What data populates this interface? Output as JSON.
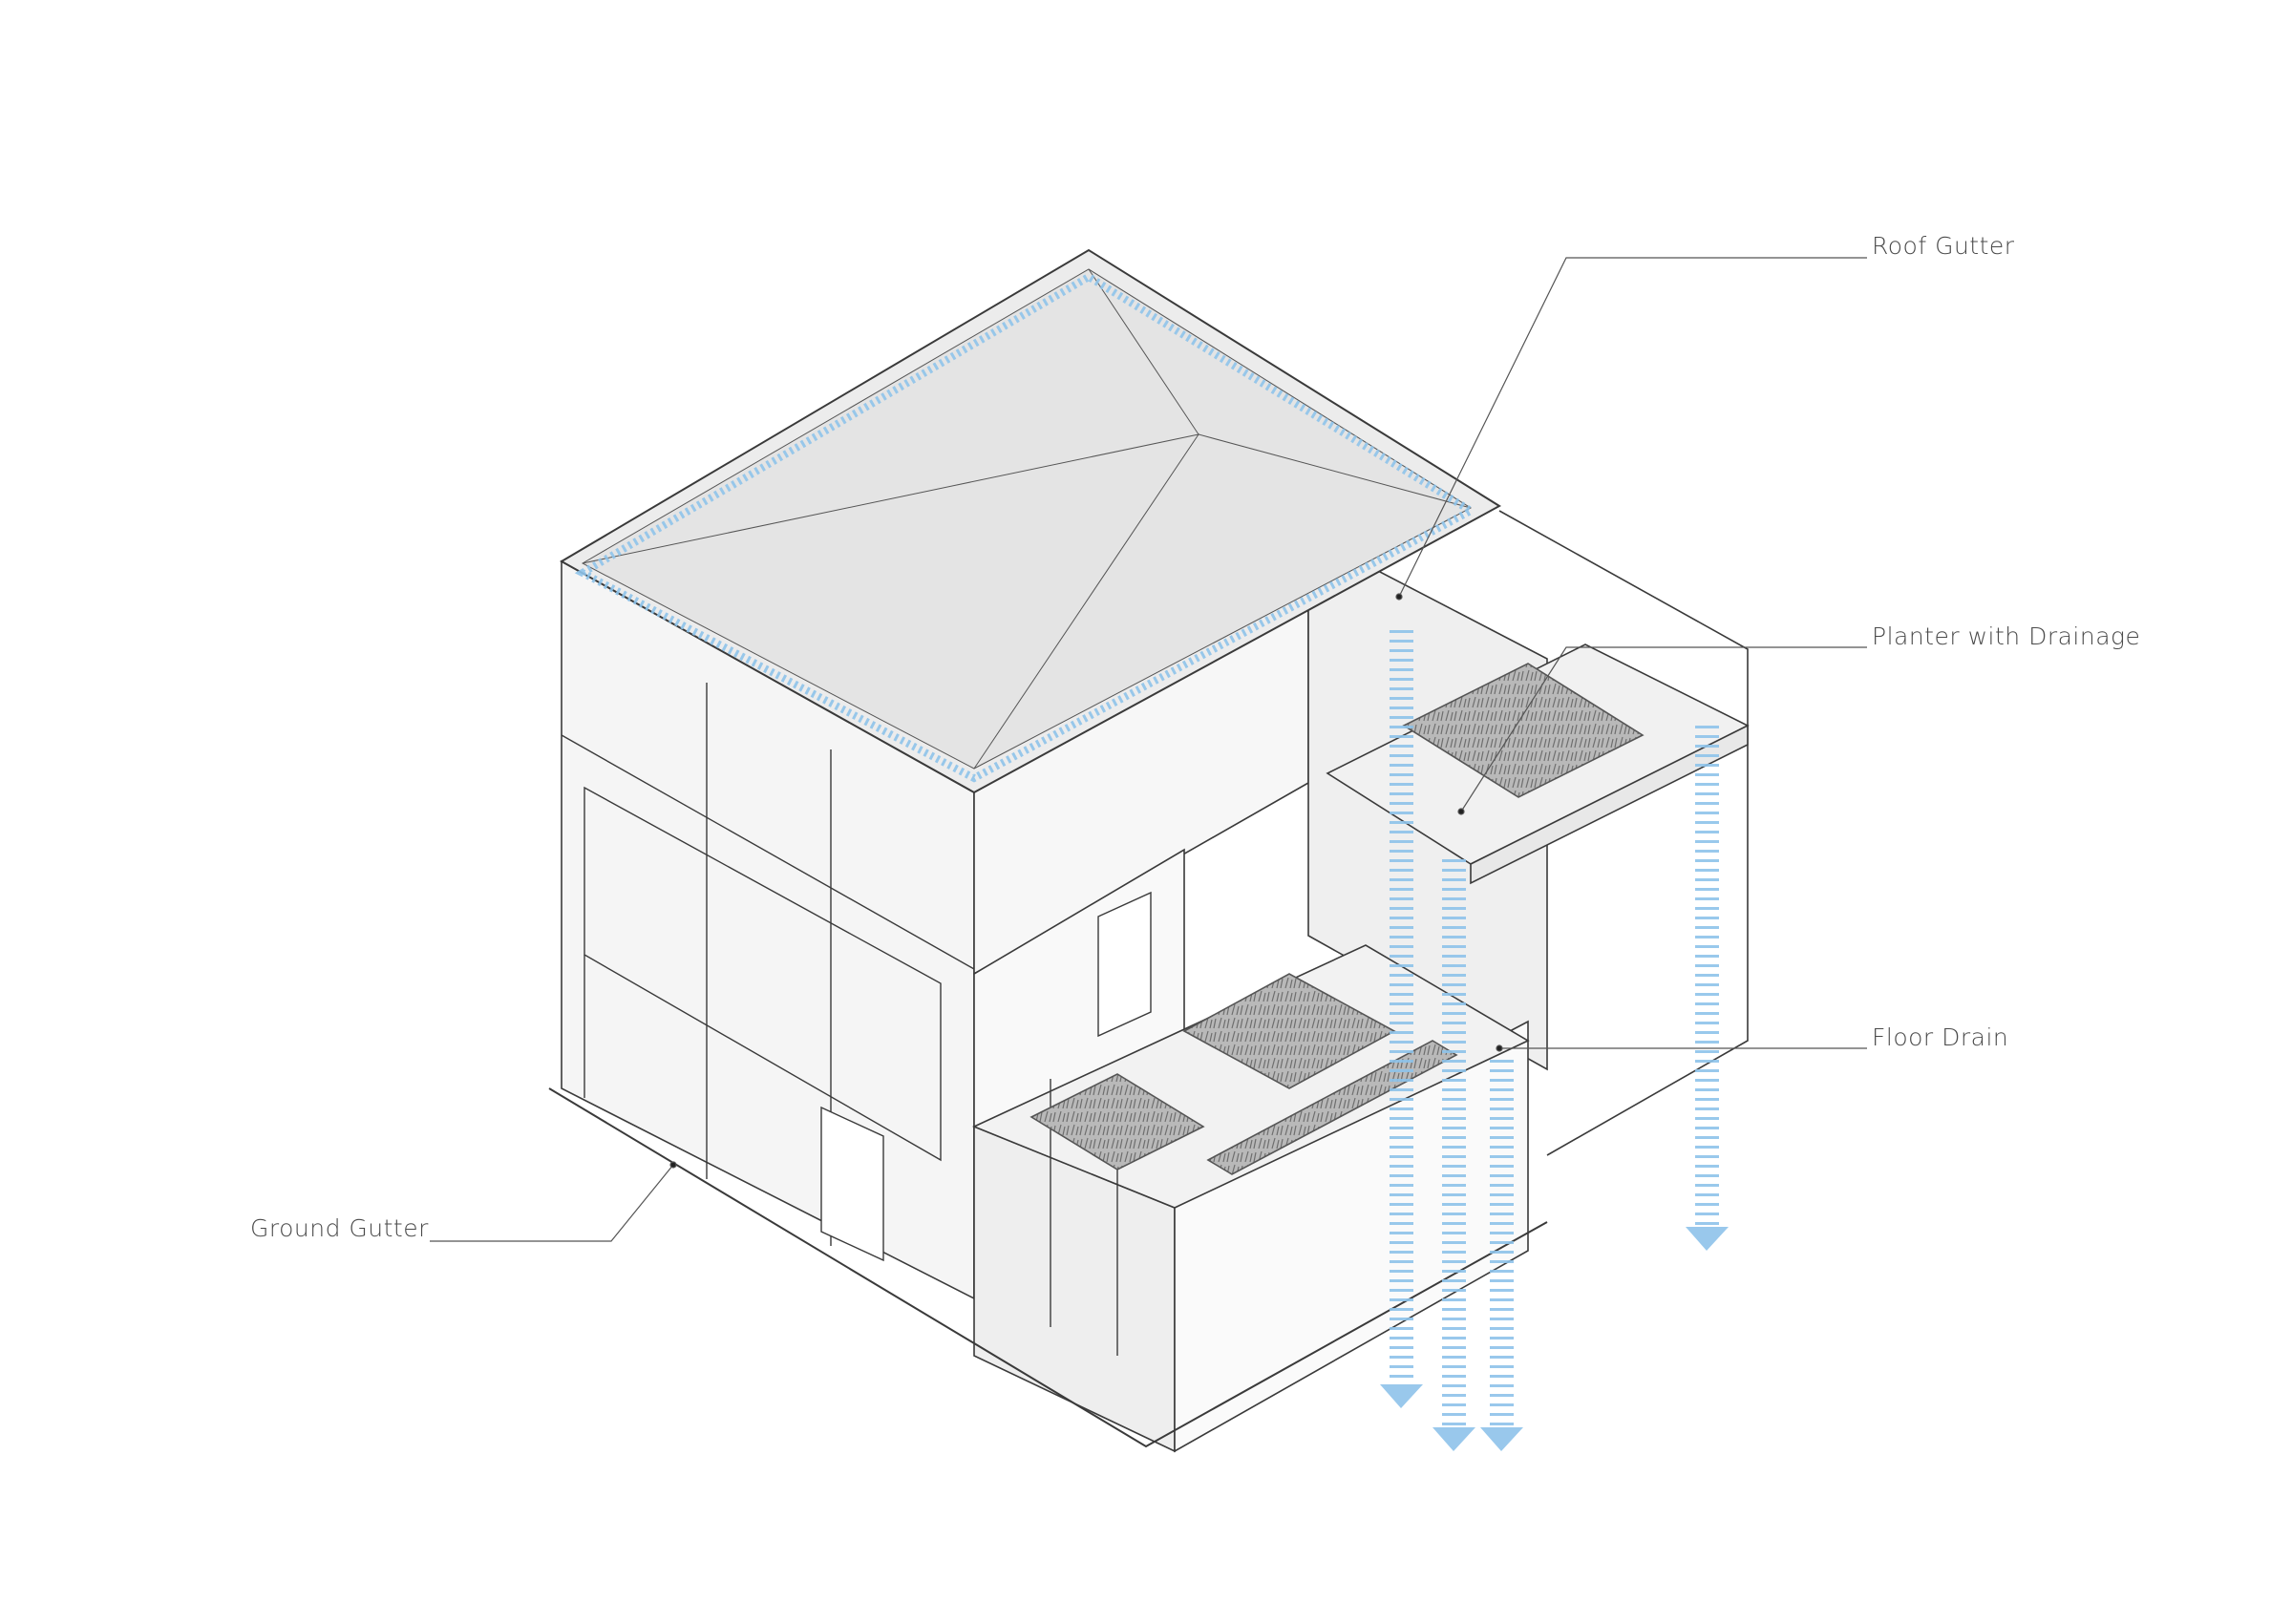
{
  "labels": {
    "roof_gutter": "Roof Gutter",
    "planter": "Planter with Drainage",
    "floor_drain": "Floor Drain",
    "ground_gutter": "Ground Gutter"
  },
  "colors": {
    "water": "#8ec3ea",
    "line": "#3a3a3a",
    "roof": "#ececec",
    "wall": "#f5f5f5",
    "wall_dark": "#e6e6e6",
    "planter": "#8a8a8a"
  }
}
